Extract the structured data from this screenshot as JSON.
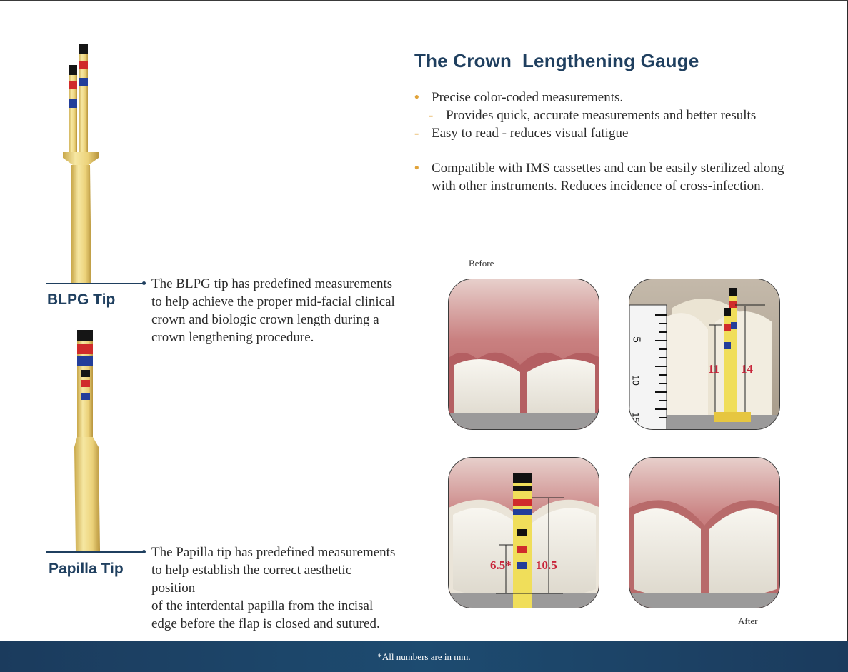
{
  "title": "The Crown  Lengthening Gauge",
  "features": {
    "bullet_1": "Precise color-coded measurements.",
    "bullet_1_sub": "Provides quick, accurate measurements and better results",
    "bullet_2": "Easy to read - reduces visual fatigue",
    "bullet_3_line_1": "Compatible with IMS cassettes and can be easily sterilized along",
    "bullet_3_line_2": "with other instruments. Reduces incidence of cross-infection.",
    "dot_mark": "•",
    "dash_mark": "-"
  },
  "tips": {
    "blpg": {
      "label": "BLPG Tip",
      "lines": [
        "The BLPG tip has predefined measurements",
        "to help achieve the proper mid-facial clinical",
        "crown and biologic crown length during a",
        "crown lengthening procedure."
      ]
    },
    "papilla": {
      "label": "Papilla Tip",
      "lines": [
        "The Papilla tip has predefined measurements",
        "to help establish the correct aesthetic position",
        "of the interdental papilla from the incisal",
        "edge before the flap is closed and sutured."
      ]
    }
  },
  "photos": {
    "before_caption": "Before",
    "after_caption": "After",
    "ruler_labels": [
      "5",
      "10",
      "15"
    ],
    "measure_11": "11",
    "measure_14": "14",
    "measure_6_5": "6.5*",
    "measure_10_5": "10.5"
  },
  "footnote": "*All numbers are in mm.",
  "colors": {
    "title_blue": "#1f3f5f",
    "bullet_orange": "#e1a33a",
    "footer_blue": "#1b3b5d",
    "measure_red": "#c8253a",
    "instrument_yellow": "#f0de5a"
  }
}
